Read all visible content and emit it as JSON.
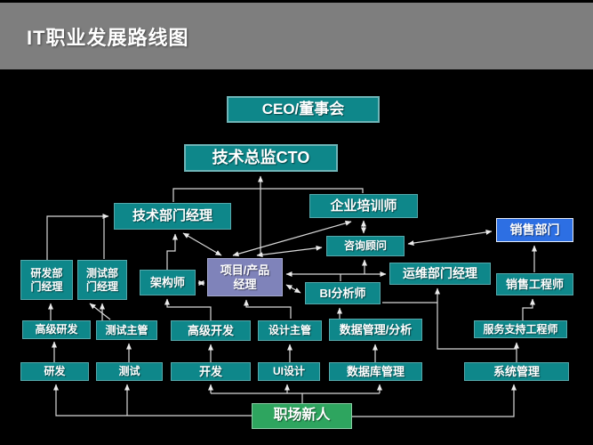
{
  "header": {
    "title": "IT职业发展路线图"
  },
  "colors": {
    "background": "#000000",
    "header_bg": "#7e7e7e",
    "title_text": "#ffffff",
    "node_teal": "#0e878a",
    "node_teal_border": "#56a8ab",
    "node_purple": "#7f83ba",
    "node_blue": "#2d6fe3",
    "node_green": "#2ea55f",
    "node_text": "#ffffff",
    "connector_line": "#d8d8d8"
  },
  "diagram": {
    "type": "flowchart",
    "nodes": {
      "ceo": {
        "label": "CEO/董事会"
      },
      "cto": {
        "label": "技术总监CTO"
      },
      "tech_mgr": {
        "label": "技术部门经理"
      },
      "trainer": {
        "label": "企业培训师"
      },
      "consultant": {
        "label": "咨询顾问"
      },
      "sales_dept": {
        "label": "销售部门"
      },
      "rd_mgr": {
        "label": [
          "研发部",
          "门经理"
        ]
      },
      "test_mgr": {
        "label": [
          "测试部",
          "门经理"
        ]
      },
      "architect": {
        "label": "架构师"
      },
      "pm": {
        "label": [
          "项目/产品",
          "经理"
        ]
      },
      "bi": {
        "label": "BI分析师"
      },
      "ops_mgr": {
        "label": "运维部门经理"
      },
      "sales_eng": {
        "label": "销售工程师"
      },
      "sr_rd": {
        "label": "高级研发"
      },
      "test_lead": {
        "label": "测试主管"
      },
      "sr_dev": {
        "label": "高级开发"
      },
      "design_lead": {
        "label": "设计主管"
      },
      "data_mgmt": {
        "label": "数据管理/分析"
      },
      "support_eng": {
        "label": "服务支持工程师"
      },
      "rd": {
        "label": "研发"
      },
      "test": {
        "label": "测试"
      },
      "dev": {
        "label": "开发"
      },
      "ui": {
        "label": "UI设计"
      },
      "db": {
        "label": "数据库管理"
      },
      "sys": {
        "label": "系统管理"
      },
      "newbie": {
        "label": "职场新人"
      }
    },
    "edges": [
      "项目/产品经理→技术总监CTO",
      "技术总监CTO↔技术部门经理",
      "技术总监CTO↔企业培训师",
      "研发部门经理→技术部门经理",
      "测试部门经理→技术部门经理",
      "架构师→技术部门经理",
      "技术部门经理↔项目/产品经理",
      "项目/产品经理↔企业培训师",
      "项目/产品经理↔咨询顾问",
      "企业培训师↔咨询顾问",
      "咨询顾问↔销售部门",
      "架构师↔项目/产品经理",
      "项目/产品经理↔运维部门经理",
      "BI分析师→咨询顾问",
      "BI分析师→运维部门经理",
      "项目/产品经理↔BI分析师",
      "数据管理/分析→BI分析师",
      "数据管理/分析→运维部门经理",
      "高级研发→研发部门经理",
      "测试主管→测试部门经理",
      "高级开发→架构师",
      "设计主管→项目/产品经理",
      "服务支持工程师→销售工程师",
      "服务支持工程师→运维部门经理",
      "销售工程师→销售部门",
      "系统管理→服务支持工程师",
      "研发→高级研发",
      "测试→测试主管",
      "开发→高级开发",
      "UI设计→设计主管",
      "数据库管理→数据管理/分析",
      "职场新人→研发",
      "职场新人→测试",
      "职场新人→开发",
      "职场新人→UI设计",
      "职场新人→数据库管理",
      "职场新人→系统管理"
    ]
  }
}
